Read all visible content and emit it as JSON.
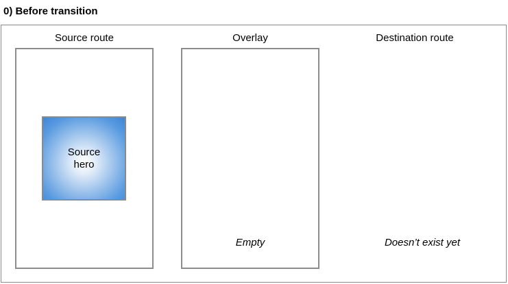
{
  "title": "0) Before transition",
  "columns": {
    "source": {
      "label": "Source route"
    },
    "overlay": {
      "label": "Overlay",
      "note": "Empty"
    },
    "destination": {
      "label": "Destination route",
      "note": "Doesn’t exist yet"
    }
  },
  "hero": {
    "label": "Source\nhero"
  },
  "colors": {
    "frame_border": "#8a8a8a",
    "panel_border": "#8c8c8c",
    "hero_center": "#ffffff",
    "hero_edge": "#3f86d8"
  }
}
